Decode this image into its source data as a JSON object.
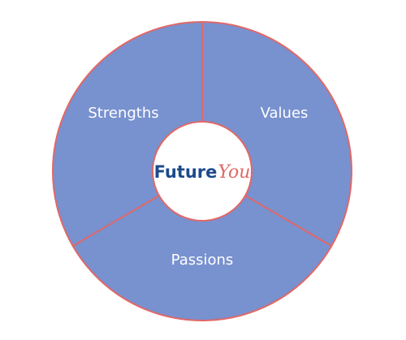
{
  "diagram": {
    "segments": [
      {
        "id": "strengths",
        "label": "Strengths"
      },
      {
        "id": "values",
        "label": "Values"
      },
      {
        "id": "passions",
        "label": "Passions"
      }
    ],
    "logo": {
      "part1": "Future",
      "part2": "You"
    }
  },
  "colors": {
    "segment_fill": "#7891cf",
    "outline": "#e06868",
    "center_fill": "#ffffff",
    "label_text": "#ffffff",
    "logo_primary": "#1d4a8c",
    "logo_accent": "#e06868"
  }
}
